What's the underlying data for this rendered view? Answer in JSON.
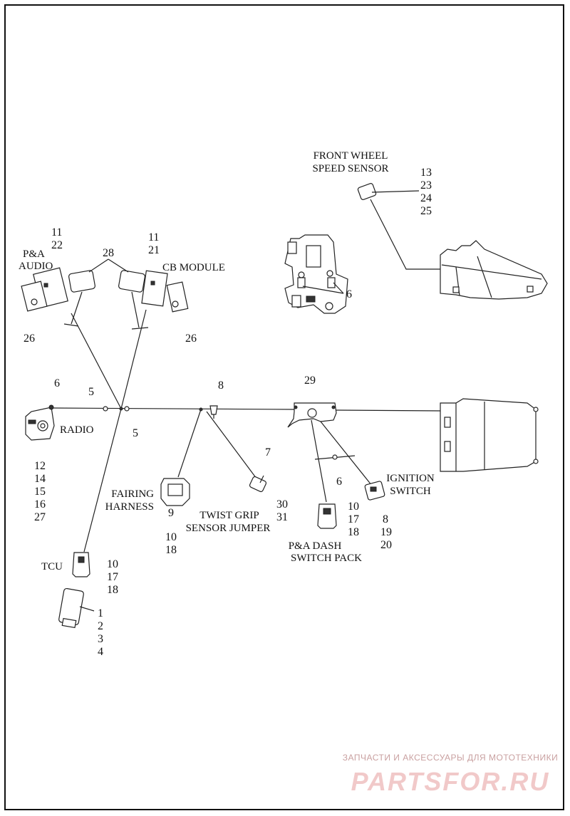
{
  "labels": {
    "front_wheel_1": "FRONT WHEEL",
    "front_wheel_2": "SPEED SENSOR",
    "pa_audio_1": "P&A",
    "pa_audio_2": "AUDIO",
    "cb_module": "CB MODULE",
    "radio": "RADIO",
    "fairing_1": "FAIRING",
    "fairing_2": "HARNESS",
    "twist_1": "TWIST GRIP",
    "twist_2": "SENSOR JUMPER",
    "tcu": "TCU",
    "dash_1": "P&A DASH",
    "dash_2": "SWITCH PACK",
    "ignition_1": "IGNITION",
    "ignition_2": "SWITCH"
  },
  "callouts": {
    "fws": [
      "13",
      "23",
      "24",
      "25"
    ],
    "pa_audio_top": [
      "11",
      "22"
    ],
    "cb_top": [
      "11",
      "21"
    ],
    "c28": "28",
    "c26a": "26",
    "c26b": "26",
    "c6_bracket": "6",
    "c6_radio": "6",
    "c5a": "5",
    "c5b": "5",
    "c8_top": "8",
    "c29": "29",
    "c7": "7",
    "radio_list": [
      "12",
      "14",
      "15",
      "16",
      "27"
    ],
    "fairing_list": [
      "9",
      "10",
      "18"
    ],
    "twist_list": [
      "30",
      "31"
    ],
    "c6_mid": "6",
    "dash_list": [
      "10",
      "17",
      "18"
    ],
    "ign_list": [
      "8",
      "19",
      "20"
    ],
    "tcu_list": [
      "10",
      "17",
      "18"
    ],
    "bottom_list": [
      "1",
      "2",
      "3",
      "4"
    ]
  },
  "watermark": {
    "line1": "ЗАПЧАСТИ И АКСЕССУАРЫ ДЛЯ МОТОТЕХНИКИ",
    "line2": "PARTSFOR.RU"
  }
}
